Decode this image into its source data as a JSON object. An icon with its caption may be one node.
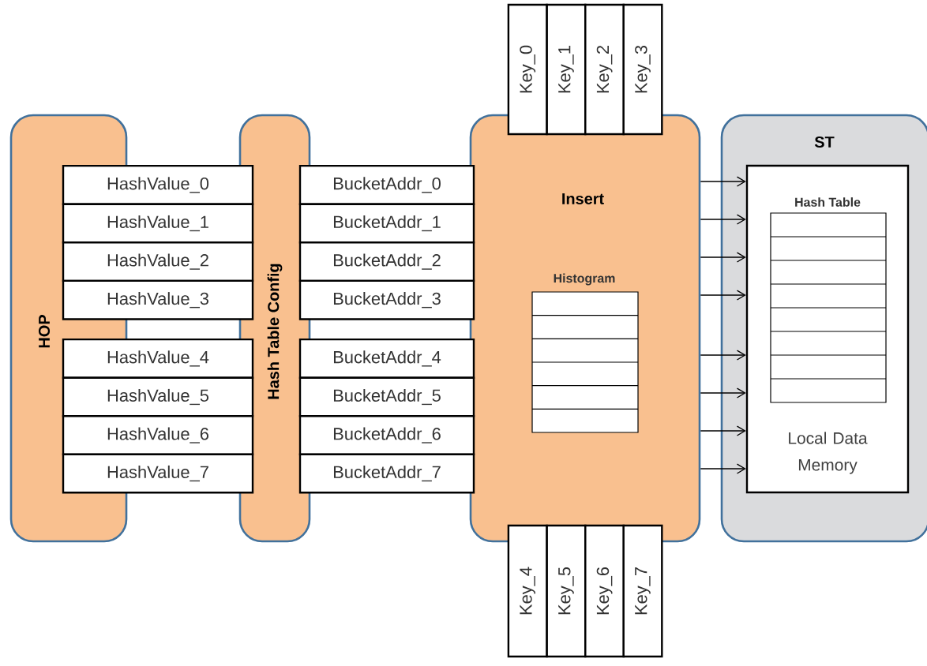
{
  "diagram": {
    "nodes": [
      {
        "text": [
          "HOP"
        ]
      },
      {
        "text": [
          "Hash Table Config"
        ]
      },
      {
        "text": [
          "HashValue_0"
        ]
      },
      {
        "text": [
          "HashValue_1"
        ]
      },
      {
        "text": [
          "HashValue_2"
        ]
      },
      {
        "text": [
          "HashValue_3"
        ]
      },
      {
        "text": [
          "HashValue_4"
        ]
      },
      {
        "text": [
          "HashValue_5"
        ]
      },
      {
        "text": [
          "HashValue_6"
        ]
      },
      {
        "text": [
          "HashValue_7"
        ]
      },
      {
        "text": [
          "BucketAddr_0"
        ]
      },
      {
        "text": [
          "BucketAddr_1"
        ]
      },
      {
        "text": [
          "BucketAddr_2"
        ]
      },
      {
        "text": [
          "BucketAddr_3"
        ]
      },
      {
        "text": [
          "BucketAddr_4"
        ]
      },
      {
        "text": [
          "BucketAddr_5"
        ]
      },
      {
        "text": [
          "BucketAddr_6"
        ]
      },
      {
        "text": [
          "BucketAddr_7"
        ]
      },
      {
        "text": [
          "Insert"
        ]
      },
      {
        "text": [
          "Histogram"
        ],
        "in": 18
      },
      {
        "text": [
          "Key_0"
        ]
      },
      {
        "text": [
          "Key_1"
        ]
      },
      {
        "text": [
          "Key_2"
        ]
      },
      {
        "text": [
          "Key_3"
        ]
      },
      {
        "text": [
          "Key_4"
        ]
      },
      {
        "text": [
          "Key_5"
        ]
      },
      {
        "text": [
          "Key_6"
        ]
      },
      {
        "text": [
          "Key_7"
        ]
      },
      {
        "text": [
          "ST"
        ]
      },
      {
        "text": [
          "Local Data Memory"
        ],
        "in": 28
      },
      {
        "text": [
          "Hash Table"
        ],
        "in": 29
      }
    ],
    "edges": [
      {
        "from": 18,
        "to": 29,
        "arrow": "to"
      },
      {
        "from": 18,
        "to": 29,
        "arrow": "to"
      },
      {
        "from": 18,
        "to": 29,
        "arrow": "to"
      },
      {
        "from": 18,
        "to": 29,
        "arrow": "to"
      },
      {
        "from": 18,
        "to": 29,
        "arrow": "to"
      },
      {
        "from": 18,
        "to": 29,
        "arrow": "to"
      },
      {
        "from": 18,
        "to": 29,
        "arrow": "to"
      },
      {
        "from": 18,
        "to": 29,
        "arrow": "to"
      }
    ]
  }
}
